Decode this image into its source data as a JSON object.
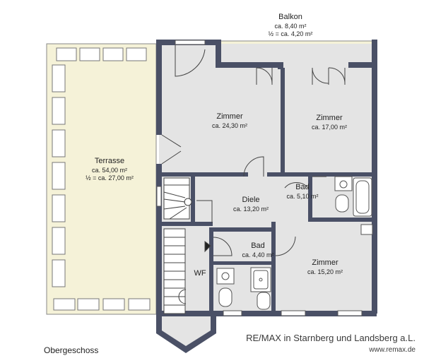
{
  "title": "Obergeschoss",
  "brand": "RE/MAX in Starnberg und Landsberg a.L.",
  "website": "www.remax.de",
  "colors": {
    "wall": "#4a5066",
    "room": "#e4e4e4",
    "terrace": "#f5f2d8",
    "balcony": "#f5f2d8",
    "outline": "#555555"
  },
  "rooms": [
    {
      "id": "balkon",
      "name": "Balkon",
      "area": "ca. 8,40 m²",
      "extra": "½ = ca. 4,20 m²"
    },
    {
      "id": "terrasse",
      "name": "Terrasse",
      "area": "ca. 54,00 m²",
      "extra": "½ = ca. 27,00 m²"
    },
    {
      "id": "zimmer1",
      "name": "Zimmer",
      "area": "ca. 24,30 m²"
    },
    {
      "id": "zimmer2",
      "name": "Zimmer",
      "area": "ca. 17,00 m²"
    },
    {
      "id": "diele",
      "name": "Diele",
      "area": "ca. 13,20 m²"
    },
    {
      "id": "bad1",
      "name": "Bad",
      "area": "ca. 5,10 m²"
    },
    {
      "id": "bad2",
      "name": "Bad",
      "area": "ca. 4,40 m²"
    },
    {
      "id": "zimmer3",
      "name": "Zimmer",
      "area": "ca. 15,20 m²"
    },
    {
      "id": "wf",
      "name": "WF"
    }
  ]
}
